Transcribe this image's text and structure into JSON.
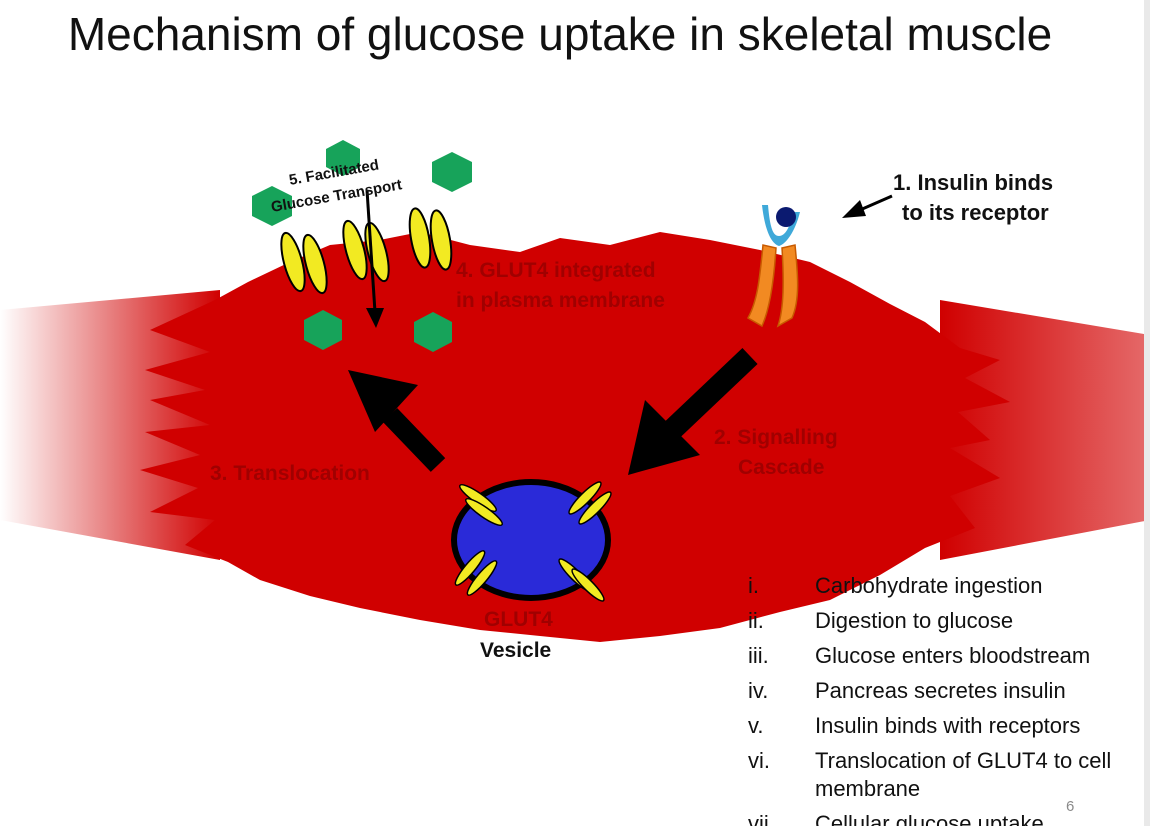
{
  "slide": {
    "title": "Mechanism of glucose uptake in skeletal muscle",
    "page_number": "6"
  },
  "diagram": {
    "labels": {
      "step1_line1": "1. Insulin binds",
      "step1_line2": "to its receptor",
      "step2_line1": "2. Signalling",
      "step2_line2": "Cascade",
      "step3": "3. Translocation",
      "step4_line1": "4. GLUT4 integrated",
      "step4_line2": "in plasma membrane",
      "step5_line1": "5. Facilitated",
      "step5_line2": "Glucose Transport",
      "vesicle_line1": "GLUT4",
      "vesicle_line2": "Vesicle"
    },
    "colors": {
      "muscle": "#d00000",
      "glucose": "#17a35a",
      "glut4": "#f2ea22",
      "receptor_stem": "#f28a22",
      "receptor_cup": "#3fa9d9",
      "insulin": "#0b1a70",
      "vesicle": "#2a2ad8",
      "arrow": "#000000",
      "label_dark": "#a00000",
      "step_text": "#111111"
    }
  },
  "steps": [
    {
      "num": "i.",
      "text": "Carbohydrate ingestion"
    },
    {
      "num": "ii.",
      "text": "Digestion to glucose"
    },
    {
      "num": "iii.",
      "text": "Glucose enters bloodstream"
    },
    {
      "num": "iv.",
      "text": "Pancreas secretes insulin"
    },
    {
      "num": "v.",
      "text": "Insulin binds with receptors"
    },
    {
      "num": "vi.",
      "text": "Translocation of GLUT4 to cell membrane"
    },
    {
      "num": "vii.",
      "text": "Cellular glucose uptake"
    }
  ]
}
